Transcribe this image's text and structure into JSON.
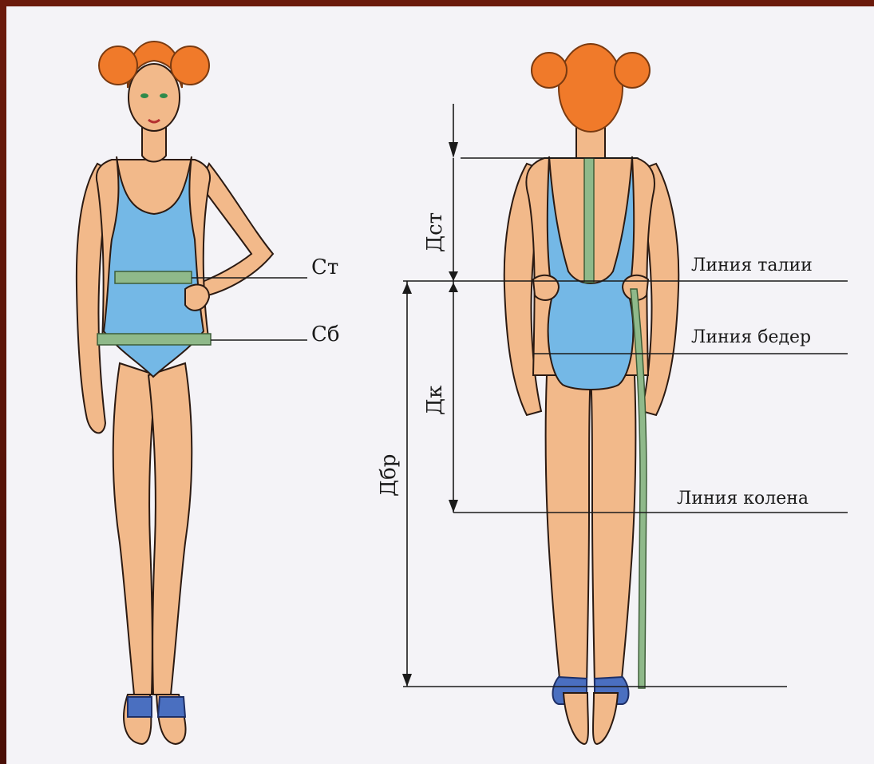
{
  "labels": {
    "st": "Ст",
    "sb": "Сб",
    "dst": "Дст",
    "dk": "Дк",
    "dbr": "Дбр",
    "waist_line": "Линия талии",
    "hip_line": "Линия бедер",
    "knee_line": "Линия колена"
  },
  "colors": {
    "skin": "#f2b98a",
    "skin_outline": "#2b1a12",
    "swimsuit": "#74b8e6",
    "measure_band": "#8fb98a",
    "hair": "#f07a2a",
    "sandal": "#4a6fc0",
    "frame": "#5a1208",
    "paper": "#f4f3f7"
  },
  "icons": [
    "front-figure-icon",
    "back-figure-icon"
  ]
}
